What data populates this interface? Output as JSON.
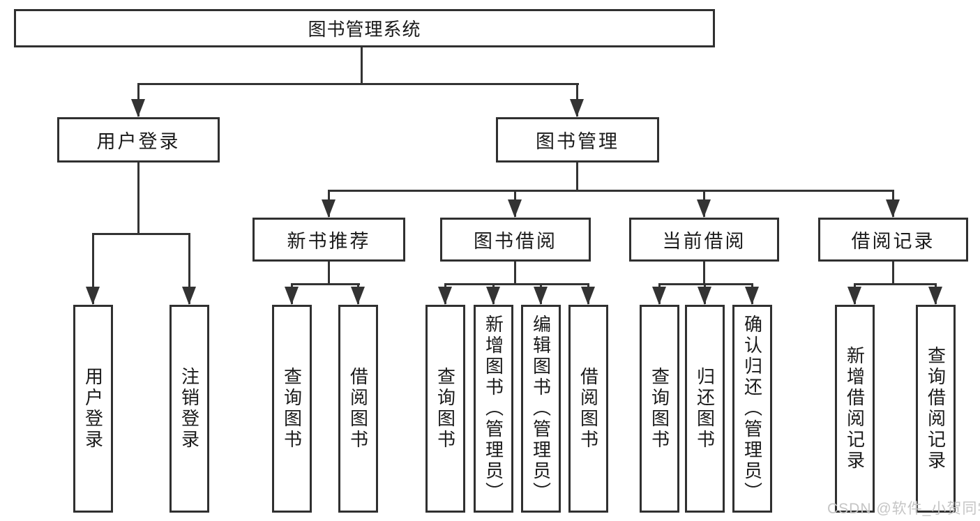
{
  "diagram_title": "图书管理系统",
  "tree": {
    "label": "图书管理系统",
    "children": [
      {
        "label": "用户登录",
        "children": [
          {
            "label": "用户登录"
          },
          {
            "label": "注销登录"
          }
        ]
      },
      {
        "label": "图书管理",
        "children": [
          {
            "label": "新书推荐",
            "children": [
              {
                "label": "查询图书"
              },
              {
                "label": "借阅图书"
              }
            ]
          },
          {
            "label": "图书借阅",
            "children": [
              {
                "label": "查询图书"
              },
              {
                "label": "新增图书（管理员）"
              },
              {
                "label": "编辑图书（管理员）"
              },
              {
                "label": "借阅图书"
              }
            ]
          },
          {
            "label": "当前借阅",
            "children": [
              {
                "label": "查询图书"
              },
              {
                "label": "归还图书"
              },
              {
                "label": "确认归还（管理员）"
              }
            ]
          },
          {
            "label": "借阅记录",
            "children": [
              {
                "label": "新增借阅记录"
              },
              {
                "label": "查询借阅记录"
              }
            ]
          }
        ]
      }
    ]
  },
  "watermark": {
    "text": "CSDN @软件_小贺同学"
  },
  "colors": {
    "line": "#333333",
    "box_border": "#303030",
    "text": "#1a1a1a",
    "watermark": "#c5c5c5",
    "background": "#ffffff"
  }
}
